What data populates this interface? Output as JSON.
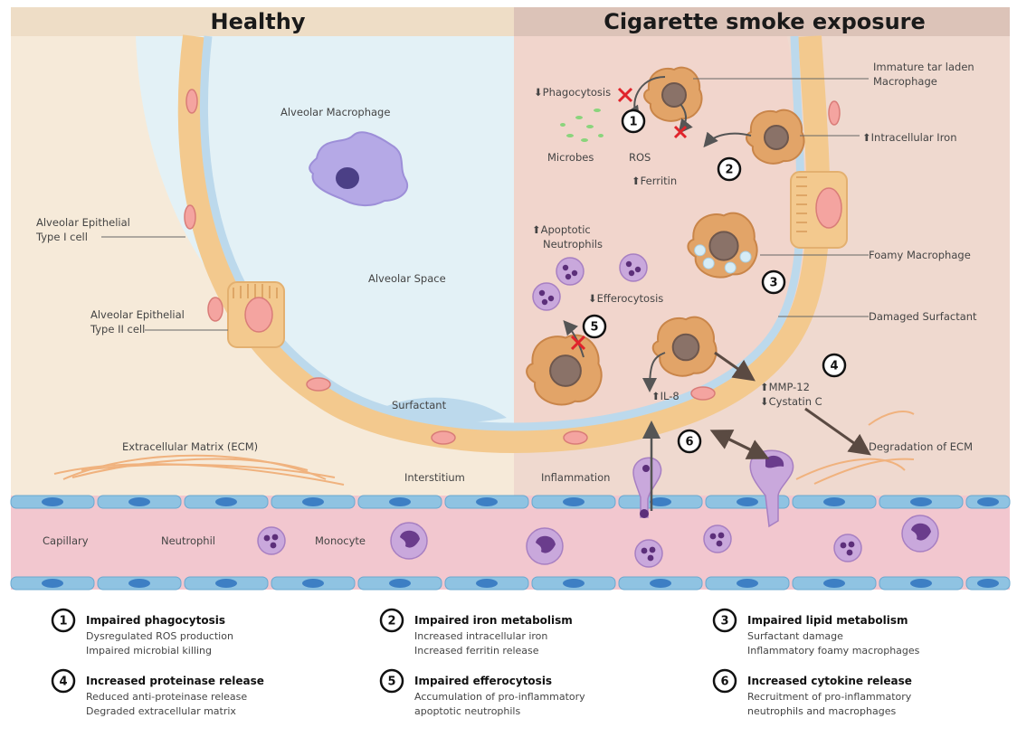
{
  "headers": {
    "left": "Healthy",
    "right": "Cigarette smoke exposure"
  },
  "left_labels": {
    "alveolar_macrophage": "Alveolar Macrophage",
    "type1_line1": "Alveolar Epithelial",
    "type1_line2": "Type I cell",
    "alveolar_space": "Alveolar Space",
    "type2_line1": "Alveolar Epithelial",
    "type2_line2": "Type II cell",
    "surfactant": "Surfactant",
    "ecm": "Extracellular Matrix (ECM)",
    "interstitium": "Interstitium",
    "capillary": "Capillary",
    "neutrophil": "Neutrophil",
    "monocyte": "Monocyte"
  },
  "right_labels": {
    "phagocytosis": "⬇Phagocytosis",
    "immature_line1": "Immature tar laden",
    "immature_line2": "Macrophage",
    "microbes": "Microbes",
    "ros": "ROS",
    "intracellular_iron": "⬆Intracellular Iron",
    "ferritin": "⬆Ferritin",
    "apoptotic_line1": "⬆Apoptotic",
    "apoptotic_line2": "Neutrophils",
    "foamy": "Foamy Macrophage",
    "efferocytosis": "⬇Efferocytosis",
    "damaged_surfactant": "Damaged Surfactant",
    "il8": "⬆IL-8",
    "mmp12": "⬆MMP-12",
    "cystatin": "⬇Cystatin C",
    "degradation": "Degradation of ECM",
    "inflammation": "Inflammation"
  },
  "numbers": {
    "n1": "1",
    "n2": "2",
    "n3": "3",
    "n4": "4",
    "n5": "5",
    "n6": "6"
  },
  "legend": [
    {
      "num": "1",
      "title": "Impaired phagocytosis",
      "line1": "Dysregulated ROS production",
      "line2": "Impaired microbial killing"
    },
    {
      "num": "2",
      "title": "Impaired iron metabolism",
      "line1": "Increased intracellular iron",
      "line2": "Increased ferritin release"
    },
    {
      "num": "3",
      "title": "Impaired lipid metabolism",
      "line1": "Surfactant damage",
      "line2": "Inflammatory foamy macrophages"
    },
    {
      "num": "4",
      "title": "Increased proteinase release",
      "line1": "Reduced anti-proteinase release",
      "line2": "Degraded extracellular matrix"
    },
    {
      "num": "5",
      "title": "Impaired efferocytosis",
      "line1": "Accumulation of pro-inflammatory",
      "line2": "apoptotic neutrophils"
    },
    {
      "num": "6",
      "title": "Increased cytokine release",
      "line1": "Recruitment of pro-inflammatory",
      "line2": "neutrophils and macrophages"
    }
  ],
  "colors": {
    "healthy_bg": "#f6ead9",
    "smoke_bg": "#efd9cf",
    "alveolar_space": "#e3f1f6",
    "epithelium": "#f3c98e",
    "surfactant": "#bcd9ec",
    "capillary": "#f2c7cf",
    "endothelium": "#8fc3e2",
    "macrophage": "#e2a468",
    "nucleus": "#8a7268",
    "healthy_macrophage": "#b5a9e6",
    "neutrophil": "#c9a8dc",
    "inhibit": "#e0242b"
  },
  "icons": {
    "inhibit": "red-x-icon",
    "up": "up-arrow-icon",
    "down": "down-arrow-icon"
  }
}
